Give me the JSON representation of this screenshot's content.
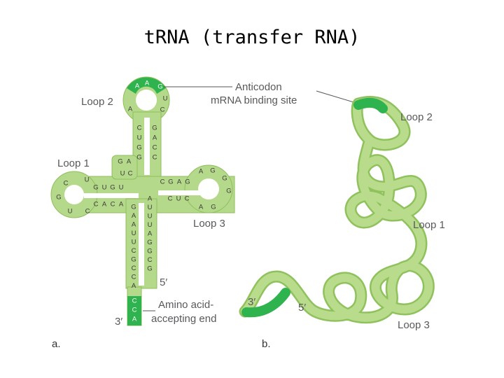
{
  "title": "tRNA (transfer RNA)",
  "colors": {
    "stem_light": "#b5d98a",
    "stem_border": "#8dbf5a",
    "highlight": "#2fb34f",
    "tube_light": "#b9dc8c",
    "tube_dark": "#8fc25d",
    "label_text": "#58595b"
  },
  "labels": {
    "anticodon": "Anticodon",
    "mrna_site": "mRNA binding site",
    "loop1": "Loop 1",
    "loop2": "Loop 2",
    "loop3": "Loop 3",
    "five_prime": "5′",
    "three_prime": "3′",
    "amino_line1": "Amino acid-",
    "amino_line2": "accepting end",
    "panel_a": "a.",
    "panel_b": "b."
  },
  "sequence": {
    "anticodon_loop_top": [
      "A",
      "A",
      "G"
    ],
    "anticodon_loop_left": [
      "A"
    ],
    "anticodon_loop_right": [
      "U",
      "C"
    ],
    "anticodon_stem_left": [
      "C",
      "U",
      "G",
      "G"
    ],
    "anticodon_stem_right": [
      "G",
      "A",
      "C",
      "C"
    ],
    "d_arm_top": [
      "G",
      "A"
    ],
    "d_stem_top": [
      "G",
      "U",
      "G",
      "U"
    ],
    "d_stem_bottom": [
      "C",
      "A",
      "C",
      "A"
    ],
    "d_loop": [
      "U",
      "C",
      "C",
      "U",
      "G",
      "U",
      "C"
    ],
    "t_stem_top": [
      "C",
      "G",
      "A",
      "G"
    ],
    "t_stem_bottom": [
      "C",
      "U",
      "C"
    ],
    "t_loop": [
      "A",
      "G",
      "G",
      "G",
      "G",
      "A"
    ],
    "acceptor_left": [
      "G",
      "A",
      "A",
      "U",
      "U",
      "C",
      "G",
      "C",
      "C",
      "A"
    ],
    "acceptor_right": [
      "A",
      "U",
      "U",
      "U",
      "A",
      "G",
      "G",
      "C",
      "G"
    ],
    "acceptor_tail": [
      "C",
      "C",
      "A"
    ]
  }
}
